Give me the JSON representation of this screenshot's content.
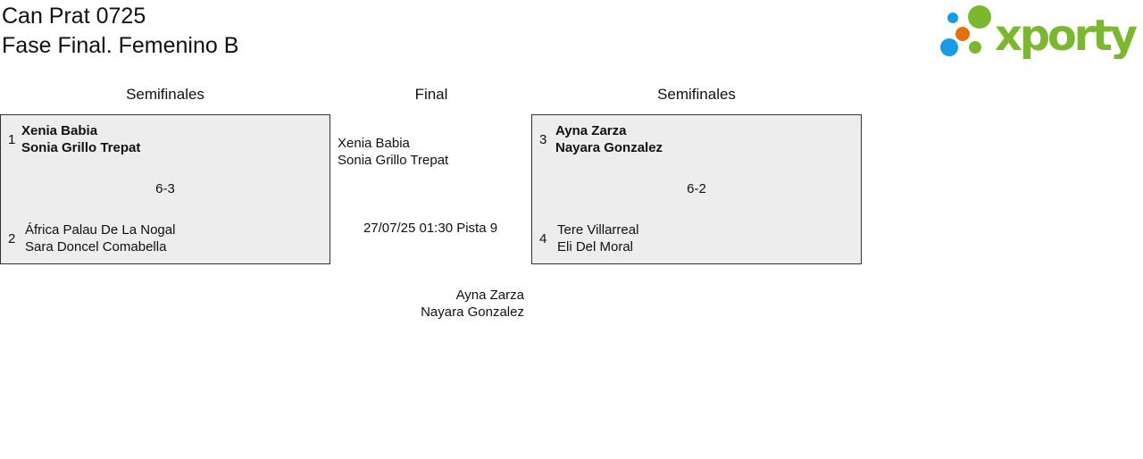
{
  "header": {
    "title": "Can Prat 0725",
    "subtitle": "Fase Final. Femenino B",
    "logo_text": "xporty"
  },
  "colors": {
    "logo_green": "#7cb82f",
    "logo_blue": "#1a9be6",
    "logo_orange": "#e5700f"
  },
  "columns": {
    "left": "Semifinales",
    "center": "Final",
    "right": "Semifinales"
  },
  "semis": [
    {
      "team1": {
        "seed": "1",
        "p1": "Xenia Babia",
        "p2": "Sonia Grillo Trepat"
      },
      "team2": {
        "seed": "2",
        "p1": "África Palau De La Nogal",
        "p2": "Sara Doncel Comabella"
      },
      "score": "6-3"
    },
    {
      "team1": {
        "seed": "3",
        "p1": "Ayna Zarza",
        "p2": "Nayara Gonzalez"
      },
      "team2": {
        "seed": "4",
        "p1": "Tere Villarreal",
        "p2": "Eli Del Moral"
      },
      "score": "6-2"
    }
  ],
  "final": {
    "team1": {
      "p1": "Xenia Babia",
      "p2": "Sonia Grillo Trepat"
    },
    "team2": {
      "p1": "Ayna Zarza",
      "p2": "Nayara Gonzalez"
    },
    "schedule": "27/07/25 01:30 Pista 9"
  }
}
